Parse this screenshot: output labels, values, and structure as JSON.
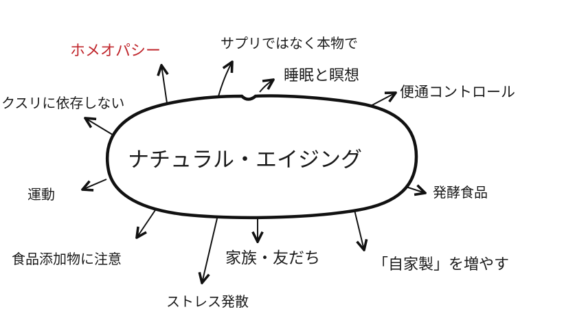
{
  "center": {
    "label": "ナチュラル・エイジング"
  },
  "branches": [
    {
      "id": "homeopathy",
      "label": "ホメオパシー",
      "color": "#c0272d"
    },
    {
      "id": "supplements",
      "label": "サプリではなく本物で",
      "color": "#1a1a1a"
    },
    {
      "id": "sleep",
      "label": "睡眠と瞑想",
      "color": "#1a1a1a"
    },
    {
      "id": "bowel",
      "label": "便通コントロール",
      "color": "#1a1a1a"
    },
    {
      "id": "no-medicine",
      "label": "クスリに依存しない",
      "color": "#1a1a1a"
    },
    {
      "id": "exercise",
      "label": "運動",
      "color": "#1a1a1a"
    },
    {
      "id": "fermented",
      "label": "発酵食品",
      "color": "#1a1a1a"
    },
    {
      "id": "additives",
      "label": "食品添加物に注意",
      "color": "#1a1a1a"
    },
    {
      "id": "family",
      "label": "家族・友だち",
      "color": "#1a1a1a"
    },
    {
      "id": "homemade",
      "label": "「自家製」を増やす",
      "color": "#1a1a1a"
    },
    {
      "id": "stress",
      "label": "ストレス発散",
      "color": "#1a1a1a"
    }
  ]
}
